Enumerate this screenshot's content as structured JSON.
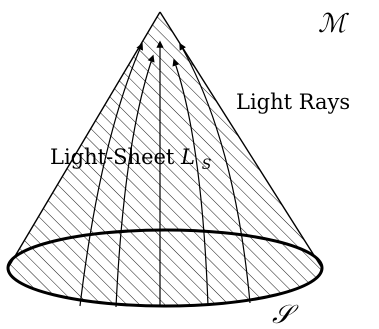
{
  "labels": {
    "manifold": "ℳ",
    "light_rays": "Light Rays",
    "sheet_prefix": "Light-Sheet ",
    "sheet_symbol": "L",
    "sheet_subscript": "S",
    "surface": "𝒮"
  },
  "colors": {
    "stroke": "#000000",
    "background": "#ffffff"
  }
}
